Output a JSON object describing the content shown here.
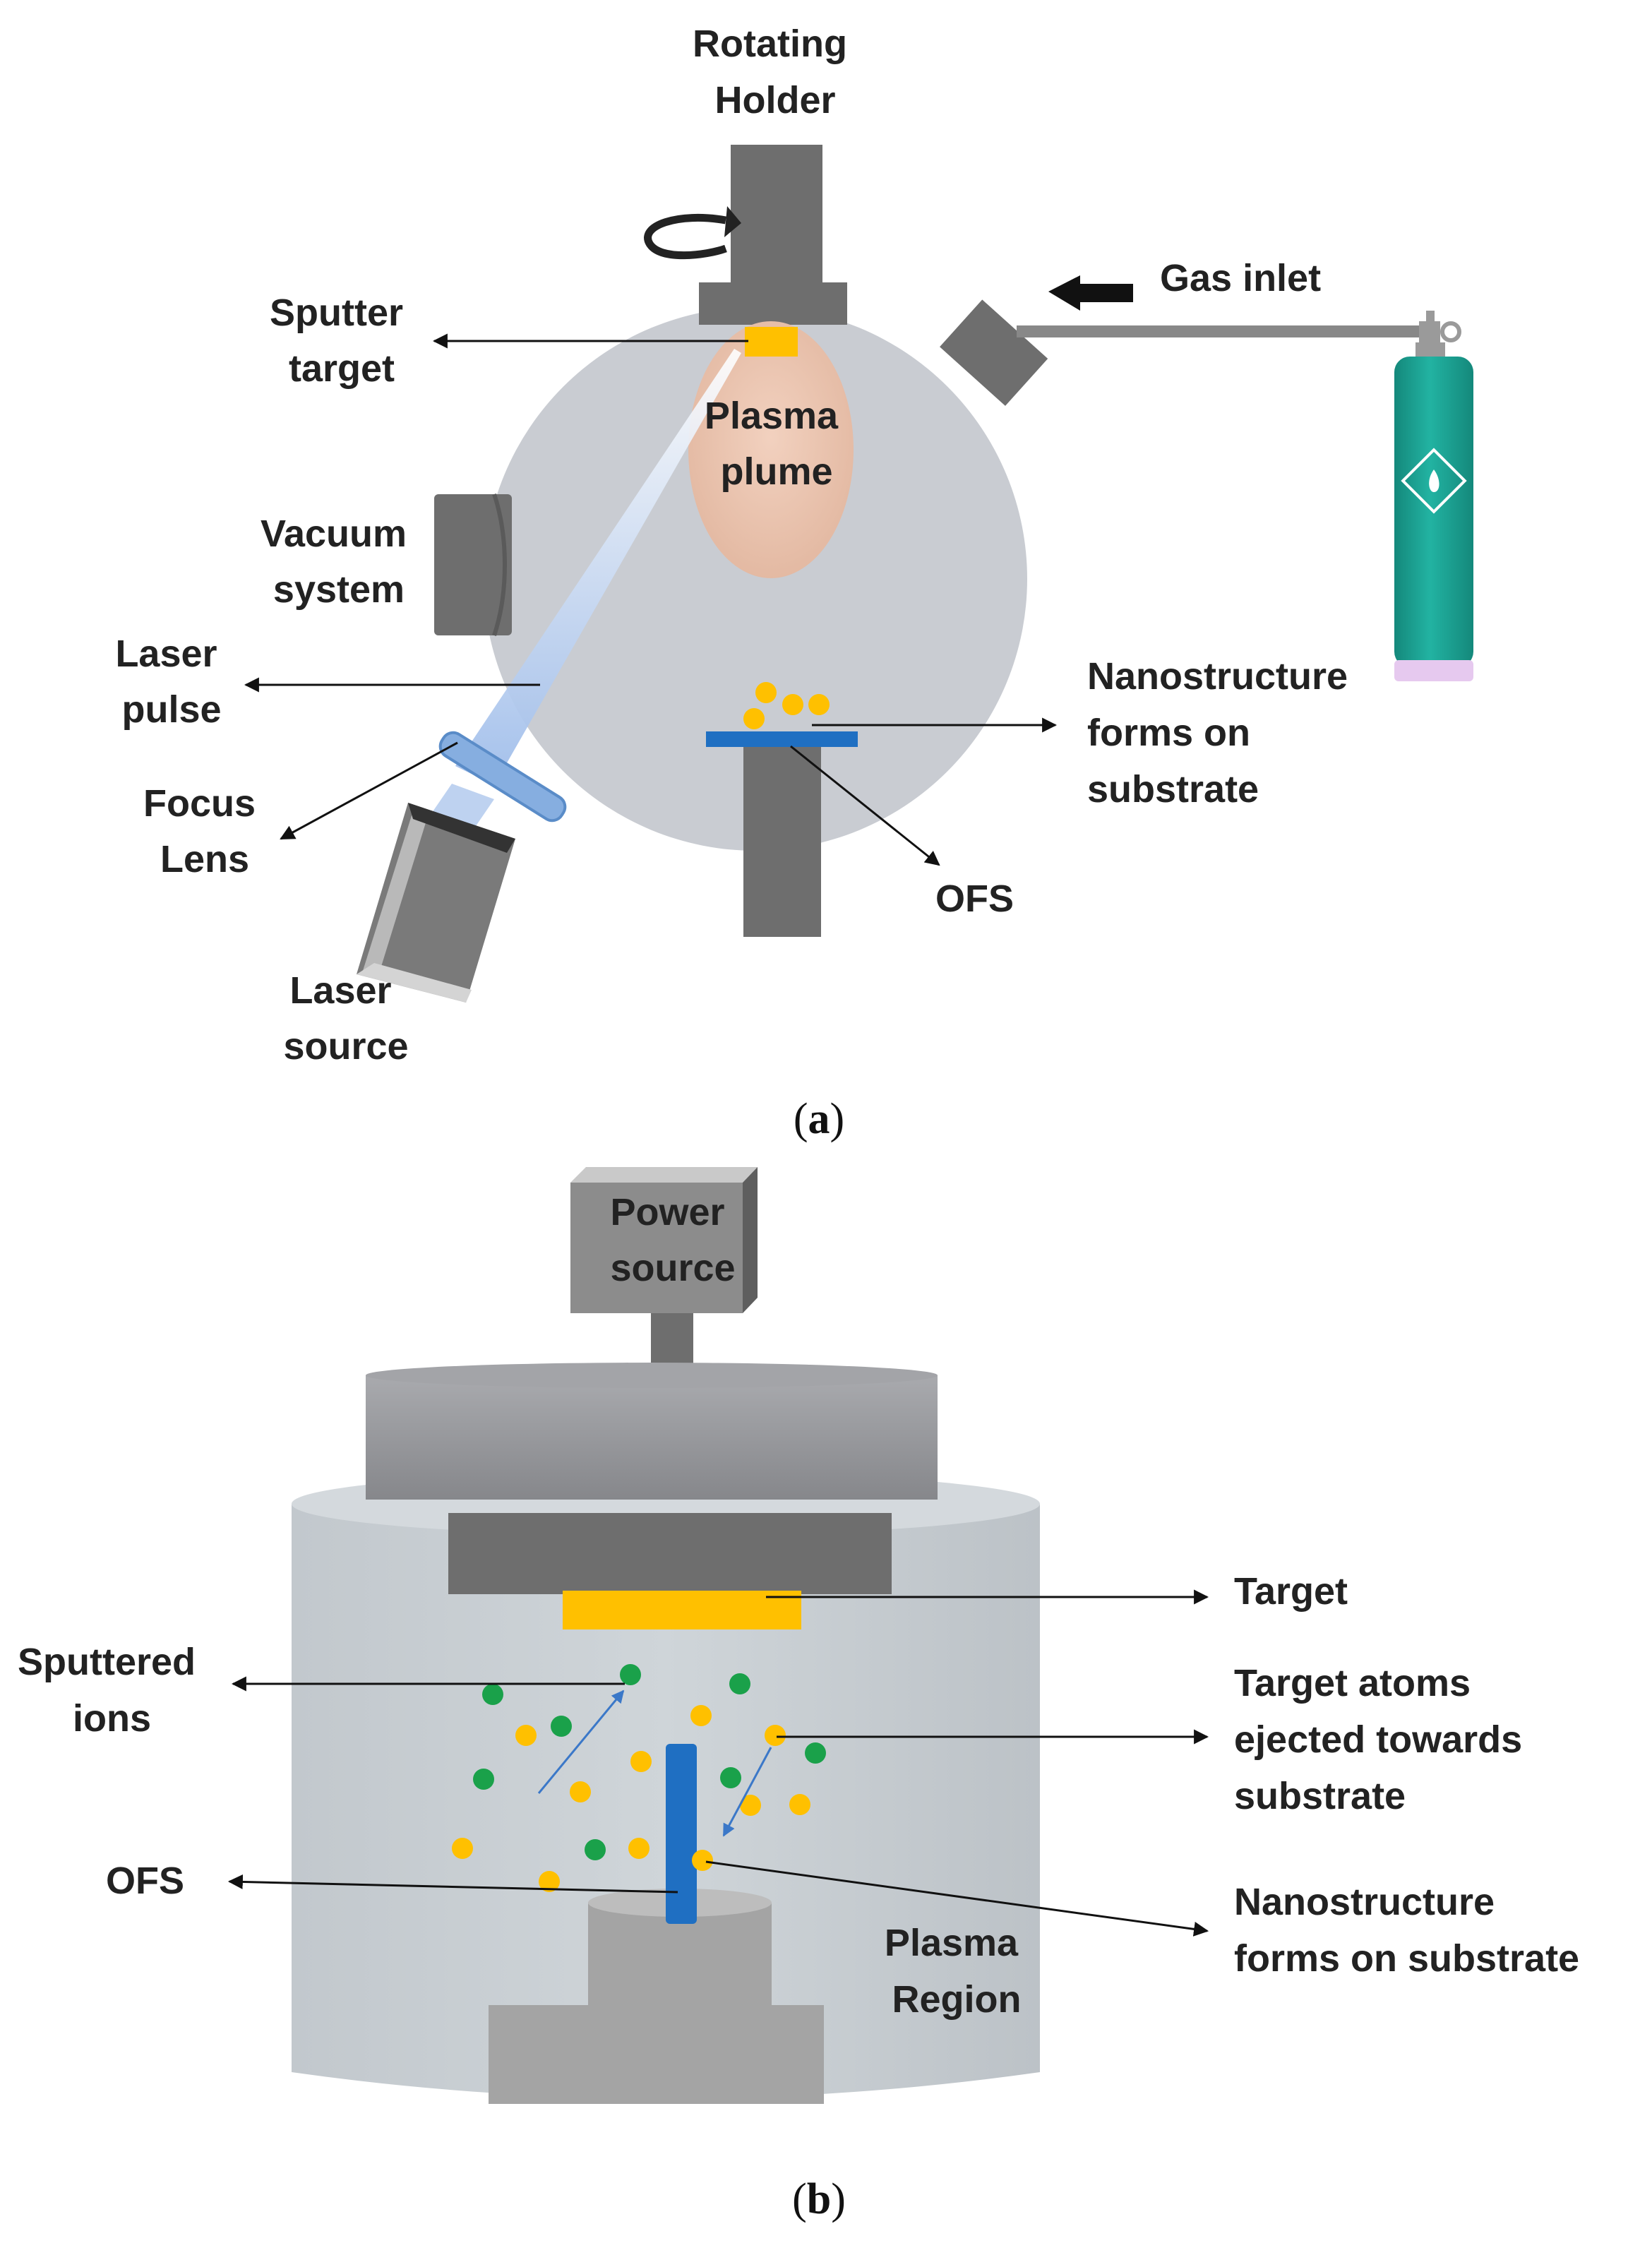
{
  "panel_a": {
    "labels": {
      "rotating_holder": [
        "Rotating",
        "Holder"
      ],
      "gas_inlet": [
        "Gas inlet"
      ],
      "sputter_target": [
        "Sputter",
        "target"
      ],
      "plasma_plume": [
        "Plasma",
        "plume"
      ],
      "vacuum_system": [
        "Vacuum",
        "system"
      ],
      "laser_pulse": [
        "Laser",
        "pulse"
      ],
      "focus_lens": [
        "Focus",
        "Lens"
      ],
      "nanostructure": [
        "Nanostructure",
        "forms on",
        "substrate"
      ],
      "ofs": [
        "OFS"
      ],
      "laser_source": [
        "Laser",
        "source"
      ]
    },
    "caption": {
      "open": "(",
      "letter": "a",
      "close": ")"
    }
  },
  "panel_b": {
    "labels": {
      "power_source": [
        "Power",
        "source"
      ],
      "target": [
        "Target"
      ],
      "sputtered_ions": [
        "Sputtered",
        "ions"
      ],
      "target_atoms": [
        "Target atoms",
        "ejected towards",
        "substrate"
      ],
      "ofs": [
        "OFS"
      ],
      "nanostructure": [
        "Nanostructure",
        "forms on substrate"
      ],
      "plasma_region": [
        "Plasma",
        "Region"
      ]
    },
    "caption": {
      "open": "(",
      "letter": "b",
      "close": ")"
    }
  },
  "colors": {
    "chamber": "#c9ccd2",
    "metal_dark": "#6e6e6e",
    "metal_mid": "#8a8b8f",
    "target": "#ffc000",
    "plume": "#e8c3ae",
    "beam": "#a9c4ec",
    "substrate": "#1f6fc2",
    "gas_bottle": "#1a9b8c",
    "ion_green": "#1aa14a",
    "atom_yellow": "#ffc000"
  }
}
